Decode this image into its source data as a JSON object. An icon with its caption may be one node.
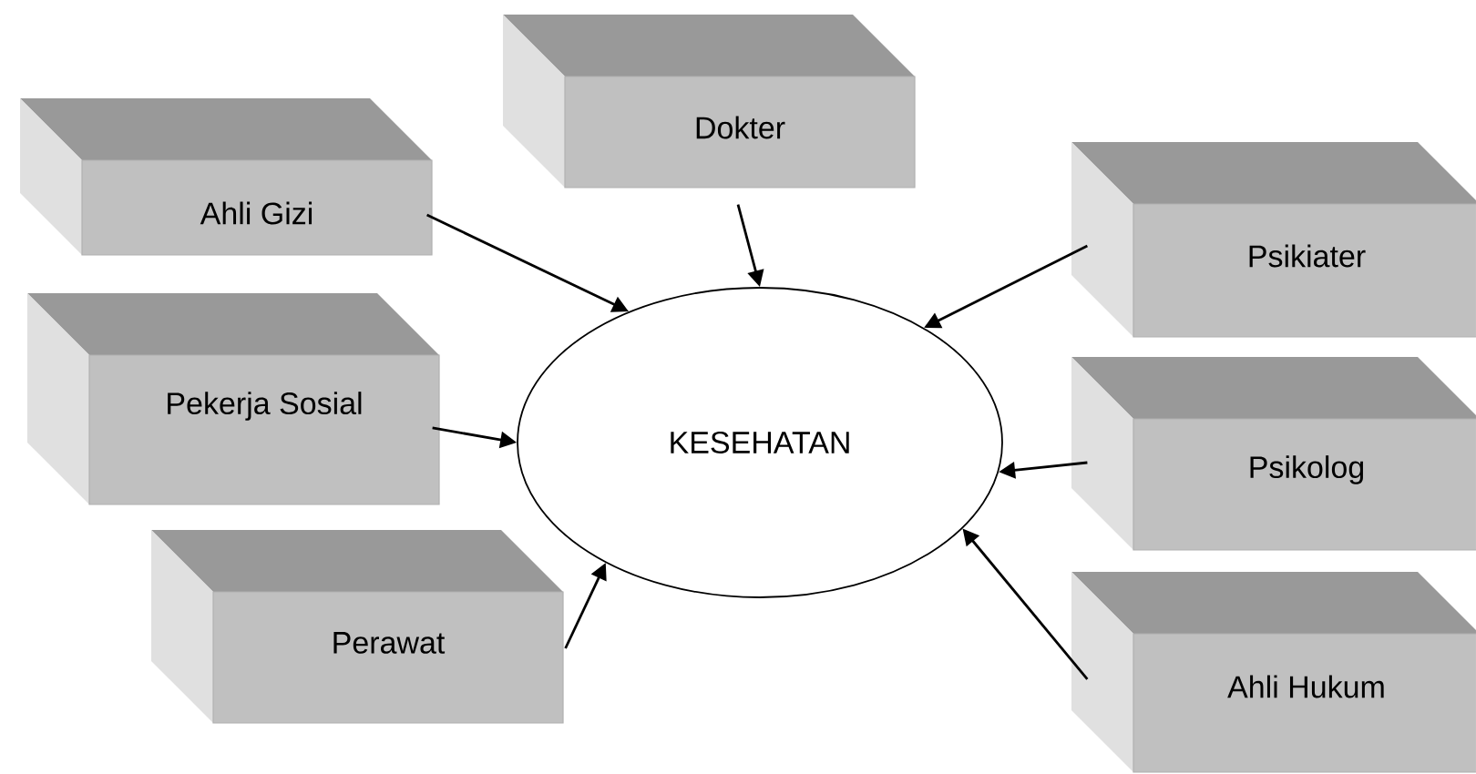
{
  "diagram": {
    "nodes": [
      {
        "text": [
          "Dokter"
        ]
      },
      {
        "text": [
          "Ahli Gizi"
        ]
      },
      {
        "text": [
          "Psikiater"
        ]
      },
      {
        "text": [
          "Pekerja Sosial"
        ]
      },
      {
        "text": [
          "KESEHATAN"
        ]
      },
      {
        "text": [
          "Psikolog"
        ]
      },
      {
        "text": [
          "Perawat"
        ]
      },
      {
        "text": [
          "Ahli Hukum"
        ]
      }
    ],
    "edges": [
      {
        "from": 1,
        "to": 4,
        "arrow": "to"
      },
      {
        "from": 0,
        "to": 4,
        "arrow": "to"
      },
      {
        "from": 2,
        "to": 4,
        "arrow": "to"
      },
      {
        "from": 3,
        "to": 4,
        "arrow": "to"
      },
      {
        "from": 5,
        "to": 4,
        "arrow": "to"
      },
      {
        "from": 6,
        "to": 4,
        "arrow": "to"
      },
      {
        "from": 7,
        "to": 4,
        "arrow": "to"
      }
    ]
  }
}
